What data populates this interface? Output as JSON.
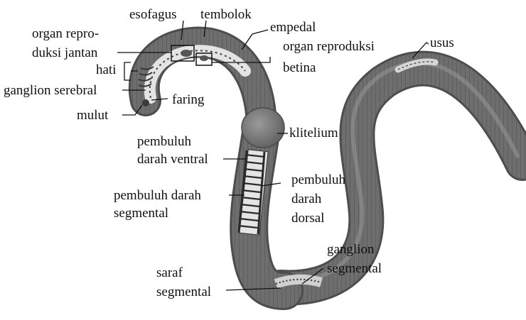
{
  "labels": {
    "esofagus": "esofagus",
    "tembolok": "tembolok",
    "empedal": "empedal",
    "organ_jantan_1": "organ repro-",
    "organ_jantan_2": "duksi jantan",
    "organ_betina_1": "organ reproduksi",
    "organ_betina_2": "betina",
    "hati": "hati",
    "usus": "usus",
    "ganglion_serebral": "ganglion serebral",
    "faring": "faring",
    "mulut": "mulut",
    "klitelium": "klitelium",
    "pembuluh_ventral_1": "pembuluh",
    "pembuluh_ventral_2": "darah ventral",
    "pembuluh_segmental_1": "pembuluh darah",
    "pembuluh_segmental_2": "segmental",
    "pembuluh_dorsal_1": "pembuluh",
    "pembuluh_dorsal_2": "darah",
    "pembuluh_dorsal_3": "dorsal",
    "ganglion_segmental_1": "ganglion",
    "ganglion_segmental_2": "segmental",
    "saraf_segmental_1": "saraf",
    "saraf_segmental_2": "segmental"
  },
  "colors": {
    "worm_body": "#6e6e6e",
    "worm_dark": "#4a4a4a",
    "worm_light": "#a8a8a8",
    "clitellum": "#7c7c7c",
    "interior": "#e4e4e4",
    "vessel": "#2b2b2b"
  }
}
